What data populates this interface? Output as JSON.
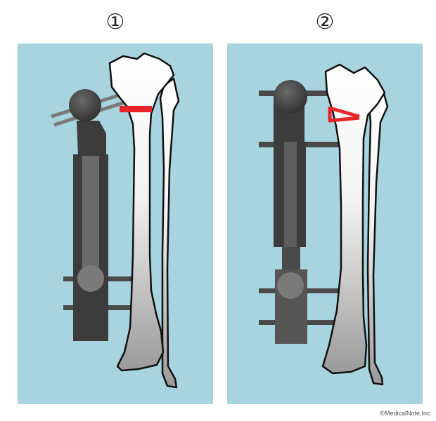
{
  "labels": {
    "step1": "①",
    "step2": "②"
  },
  "copyright": "©MedicalNote,Inc.",
  "colors": {
    "panel_background": "#a8d4e0",
    "cut_line": "#e8262a",
    "fixator_dark": "#3c3c3c",
    "fixator_mid": "#555555",
    "fixator_light": "#7a7a7a",
    "bone_outline": "#111111"
  }
}
